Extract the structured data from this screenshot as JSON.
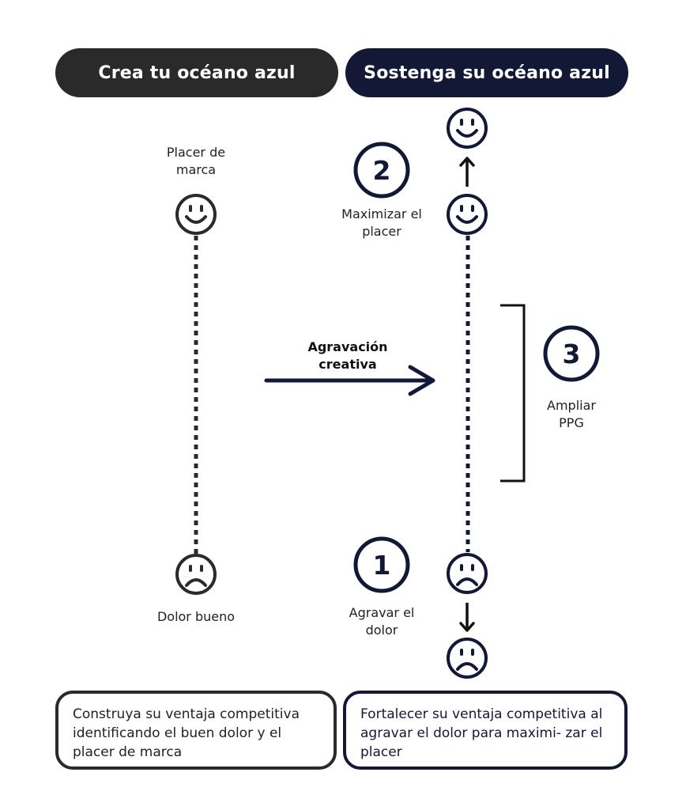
{
  "header": {
    "left_title": "Crea tu océano azul",
    "right_title": "Sostenga su océano azul"
  },
  "left_column": {
    "top_label": "Placer de marca",
    "bottom_label": "Dolor bueno"
  },
  "middle": {
    "arrow_label": "Agravación creativa"
  },
  "steps": [
    {
      "number": "1",
      "label": "Agravar el dolor"
    },
    {
      "number": "2",
      "label": "Maximizar el placer"
    },
    {
      "number": "3",
      "label": "Ampliar PPG"
    }
  ],
  "boxes": {
    "left_text": "Construya su ventaja competitiva identificando el buen dolor y el placer de marca",
    "right_text": "Fortalecer su ventaja competitiva al agravar el dolor para maximi- zar el placer"
  },
  "colors": {
    "dark_gray": "#2a2a2a",
    "navy": "#131836",
    "white": "#ffffff"
  },
  "icons": [
    "smiley-face-icon",
    "sad-face-icon",
    "arrow-right-icon",
    "arrow-up-icon",
    "arrow-down-icon",
    "bracket-icon"
  ]
}
